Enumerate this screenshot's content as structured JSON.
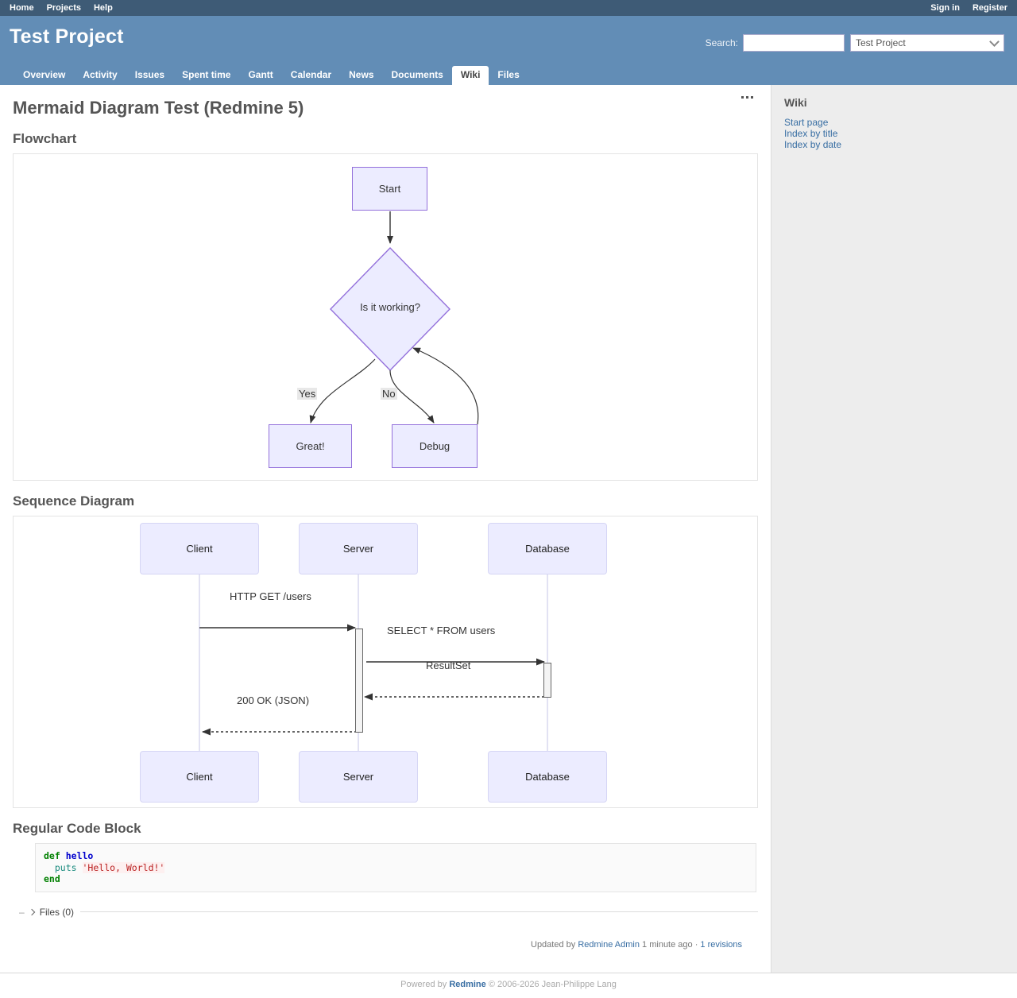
{
  "top_menu": {
    "left": [
      {
        "label": "Home",
        "name": "top-menu-home"
      },
      {
        "label": "Projects",
        "name": "top-menu-projects"
      },
      {
        "label": "Help",
        "name": "top-menu-help"
      }
    ],
    "right": [
      {
        "label": "Sign in",
        "name": "top-menu-sign-in"
      },
      {
        "label": "Register",
        "name": "top-menu-register"
      }
    ]
  },
  "header": {
    "project_title": "Test Project",
    "search_label": "Search:",
    "search_value": "",
    "search_placeholder": "",
    "project_scope": "Test Project"
  },
  "main_menu": [
    {
      "label": "Overview",
      "selected": false
    },
    {
      "label": "Activity",
      "selected": false
    },
    {
      "label": "Issues",
      "selected": false
    },
    {
      "label": "Spent time",
      "selected": false
    },
    {
      "label": "Gantt",
      "selected": false
    },
    {
      "label": "Calendar",
      "selected": false
    },
    {
      "label": "News",
      "selected": false
    },
    {
      "label": "Documents",
      "selected": false
    },
    {
      "label": "Wiki",
      "selected": true
    },
    {
      "label": "Files",
      "selected": false
    }
  ],
  "page": {
    "title": "Mermaid Diagram Test (Redmine 5)",
    "section_flowchart": "Flowchart",
    "section_sequence": "Sequence Diagram",
    "section_code": "Regular Code Block"
  },
  "flowchart": {
    "nodes": [
      {
        "id": "start",
        "label": "Start"
      },
      {
        "id": "decide",
        "label": "Is it working?"
      },
      {
        "id": "great",
        "label": "Great!"
      },
      {
        "id": "debug",
        "label": "Debug"
      }
    ],
    "edge_labels": [
      {
        "id": "yes",
        "label": "Yes"
      },
      {
        "id": "no",
        "label": "No"
      }
    ],
    "colors": {
      "fill": "#ECECFF",
      "stroke": "#9370DB",
      "edge": "#333333"
    }
  },
  "sequence": {
    "actors": [
      {
        "id": "client",
        "label": "Client"
      },
      {
        "id": "server",
        "label": "Server"
      },
      {
        "id": "database",
        "label": "Database"
      }
    ],
    "messages": [
      {
        "id": "m1",
        "label": "HTTP GET /users",
        "from": "client",
        "to": "server",
        "style": "solid"
      },
      {
        "id": "m2",
        "label": "SELECT * FROM users",
        "from": "server",
        "to": "database",
        "style": "solid"
      },
      {
        "id": "m3",
        "label": "ResultSet",
        "from": "database",
        "to": "server",
        "style": "dotted"
      },
      {
        "id": "m4",
        "label": "200 OK (JSON)",
        "from": "server",
        "to": "client",
        "style": "dotted"
      }
    ],
    "colors": {
      "actor_fill": "#ECECFF",
      "actor_stroke": "#d6d6f5",
      "lifeline": "#d6d6ee"
    }
  },
  "code_block": {
    "language": "ruby",
    "tokens": [
      {
        "t": "def",
        "c": "k"
      },
      {
        "t": " ",
        "c": ""
      },
      {
        "t": "hello",
        "c": "fn"
      },
      {
        "t": "\n  ",
        "c": ""
      },
      {
        "t": "puts",
        "c": "id"
      },
      {
        "t": " ",
        "c": ""
      },
      {
        "t": "'Hello, World!'",
        "c": "st"
      },
      {
        "t": "\n",
        "c": ""
      },
      {
        "t": "end",
        "c": "k"
      }
    ]
  },
  "files_toggle": {
    "label": "Files (0)"
  },
  "updated": {
    "prefix": "Updated by ",
    "author": "Redmine Admin",
    "time": " 1 minute ago",
    "separator": " · ",
    "revisions": "1 revisions"
  },
  "sidebar": {
    "heading": "Wiki",
    "links": [
      {
        "label": "Start page",
        "name": "sidebar-link-start-page"
      },
      {
        "label": "Index by title",
        "name": "sidebar-link-index-by-title"
      },
      {
        "label": "Index by date",
        "name": "sidebar-link-index-by-date"
      }
    ]
  },
  "footer": {
    "powered": "Powered by ",
    "brand": "Redmine",
    "copyright": " © 2006-2026 Jean-Philippe Lang"
  }
}
